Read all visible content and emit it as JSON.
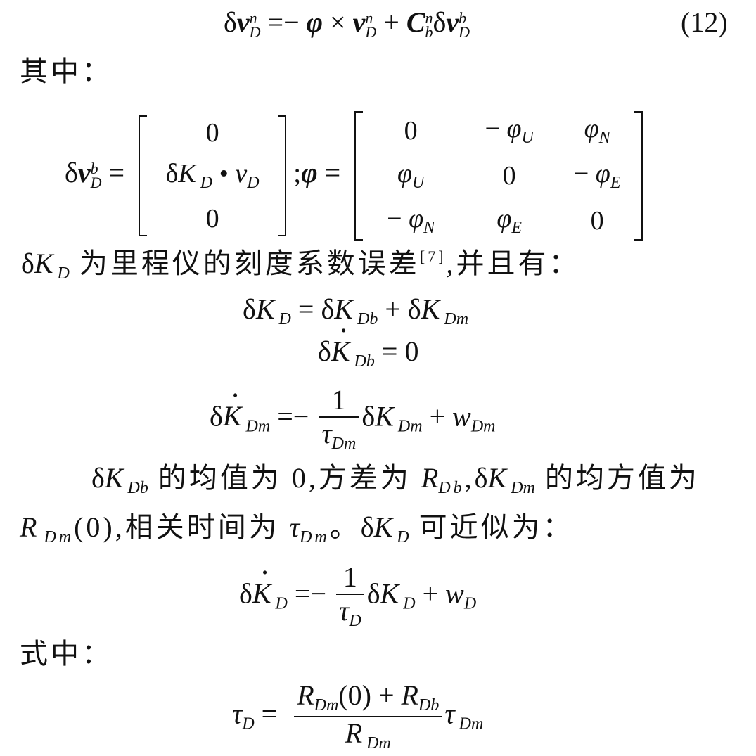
{
  "eq12_number": "(12)",
  "text": {
    "qizhong": "其中：",
    "deltaKD_desc": "为里程仪的刻度系数误差",
    "ref": "[7]",
    "bingqie": ",并且有：",
    "para1_a": "的均值为 0,方差为",
    "para1_b": "的均方值为",
    "para1_c": "(0),相关时间为",
    "para1_d": "可近似为：",
    "shizhong": "式中："
  },
  "math": {
    "zero": "0",
    "one": "1",
    "R0": "(0)"
  }
}
